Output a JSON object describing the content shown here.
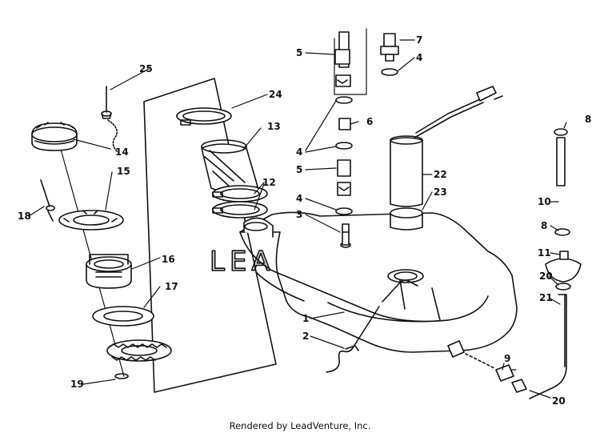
{
  "diagram": {
    "title": "",
    "caption": "Rendered by LeadVenture, Inc.",
    "watermark": "LEADVENTURE",
    "line_color": "#111111",
    "background": "#ffffff",
    "callouts": [
      {
        "id": "c1",
        "label": "1"
      },
      {
        "id": "c2",
        "label": "2"
      },
      {
        "id": "c3",
        "label": "3"
      },
      {
        "id": "c4a",
        "label": "4"
      },
      {
        "id": "c4b",
        "label": "4"
      },
      {
        "id": "c4c",
        "label": "4"
      },
      {
        "id": "c5a",
        "label": "5"
      },
      {
        "id": "c5b",
        "label": "5"
      },
      {
        "id": "c6",
        "label": "6"
      },
      {
        "id": "c7",
        "label": "7"
      },
      {
        "id": "c8a",
        "label": "8"
      },
      {
        "id": "c8b",
        "label": "8"
      },
      {
        "id": "c9",
        "label": "9"
      },
      {
        "id": "c10",
        "label": "10"
      },
      {
        "id": "c11",
        "label": "11"
      },
      {
        "id": "c12",
        "label": "12"
      },
      {
        "id": "c13",
        "label": "13"
      },
      {
        "id": "c14",
        "label": "14"
      },
      {
        "id": "c15",
        "label": "15"
      },
      {
        "id": "c16",
        "label": "16"
      },
      {
        "id": "c17",
        "label": "17"
      },
      {
        "id": "c18",
        "label": "18"
      },
      {
        "id": "c19",
        "label": "19"
      },
      {
        "id": "c20a",
        "label": "20"
      },
      {
        "id": "c20b",
        "label": "20"
      },
      {
        "id": "c21",
        "label": "21"
      },
      {
        "id": "c22",
        "label": "22"
      },
      {
        "id": "c23",
        "label": "23"
      },
      {
        "id": "c24",
        "label": "24"
      },
      {
        "id": "c25",
        "label": "25"
      }
    ]
  }
}
